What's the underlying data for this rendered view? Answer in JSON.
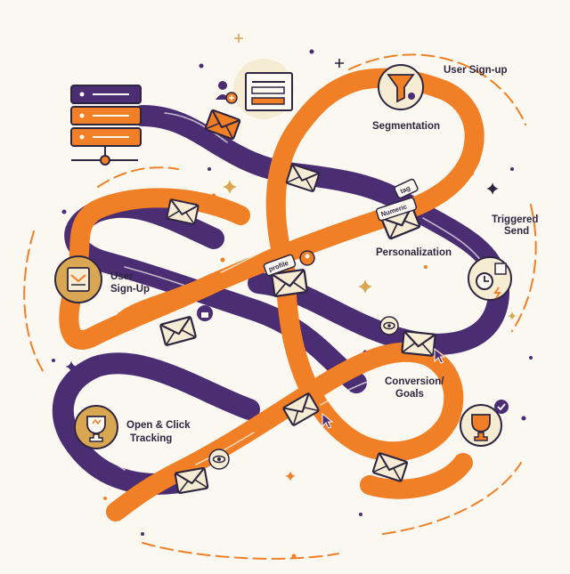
{
  "stages": {
    "user_signup_top": "User Sign-up",
    "segmentation": "Segmentation",
    "triggered_send_1": "Triggered",
    "triggered_send_2": "Send",
    "personalization": "Personalization",
    "user_signup_left_1": "User",
    "user_signup_left_2": "Sign-Up",
    "conversion_goals_1": "Conversion/",
    "conversion_goals_2": "Goals",
    "open_click_1": "Open & Click",
    "open_click_2": "Tracking"
  },
  "tags": {
    "tag": "tag",
    "numeric": "Numeric",
    "profile": "profile"
  },
  "colors": {
    "background": "#faf8f1",
    "purple": "#4b2d73",
    "orange": "#f07f25",
    "envelope_fill": "#f6ecd4",
    "icon_circle": "#d9a652",
    "ink": "#2e2640"
  }
}
